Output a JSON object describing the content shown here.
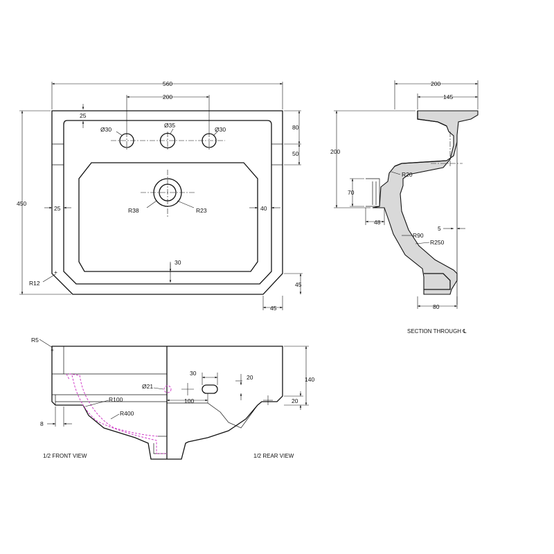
{
  "plan": {
    "width": "560",
    "tap_spacing": "200",
    "tap_offset": "25",
    "hole_left": "Ø30",
    "hole_center": "Ø35",
    "hole_right": "Ø30",
    "top_margin": "80",
    "deck": "50",
    "height": "450",
    "left_rim": "25",
    "right_rim": "40",
    "waste_outer_radius": "R38",
    "waste_inner_radius": "R23",
    "bottom_rim": "30",
    "corner_radius": "R12",
    "chamfer_v": "45",
    "chamfer_h": "45"
  },
  "section": {
    "width": "200",
    "top_flange": "145",
    "height": "200",
    "overflow_radius": "R20",
    "outlet_height": "70",
    "outlet_width": "48",
    "wall": "5",
    "inner_radius": "R90",
    "outer_radius": "R250",
    "foot": "80",
    "caption": "SECTION THROUGH ℄"
  },
  "elevation": {
    "edge_radius": "R5",
    "overflow_dia": "Ø21",
    "slot_width": "30",
    "slot_height": "20",
    "height": "140",
    "overflow_offset": "100",
    "foot_height": "20",
    "inner_radius": "R100",
    "bowl_radius": "R400",
    "base_offset": "8",
    "front_caption": "1/2 FRONT VIEW",
    "rear_caption": "1/2 REAR VIEW"
  }
}
